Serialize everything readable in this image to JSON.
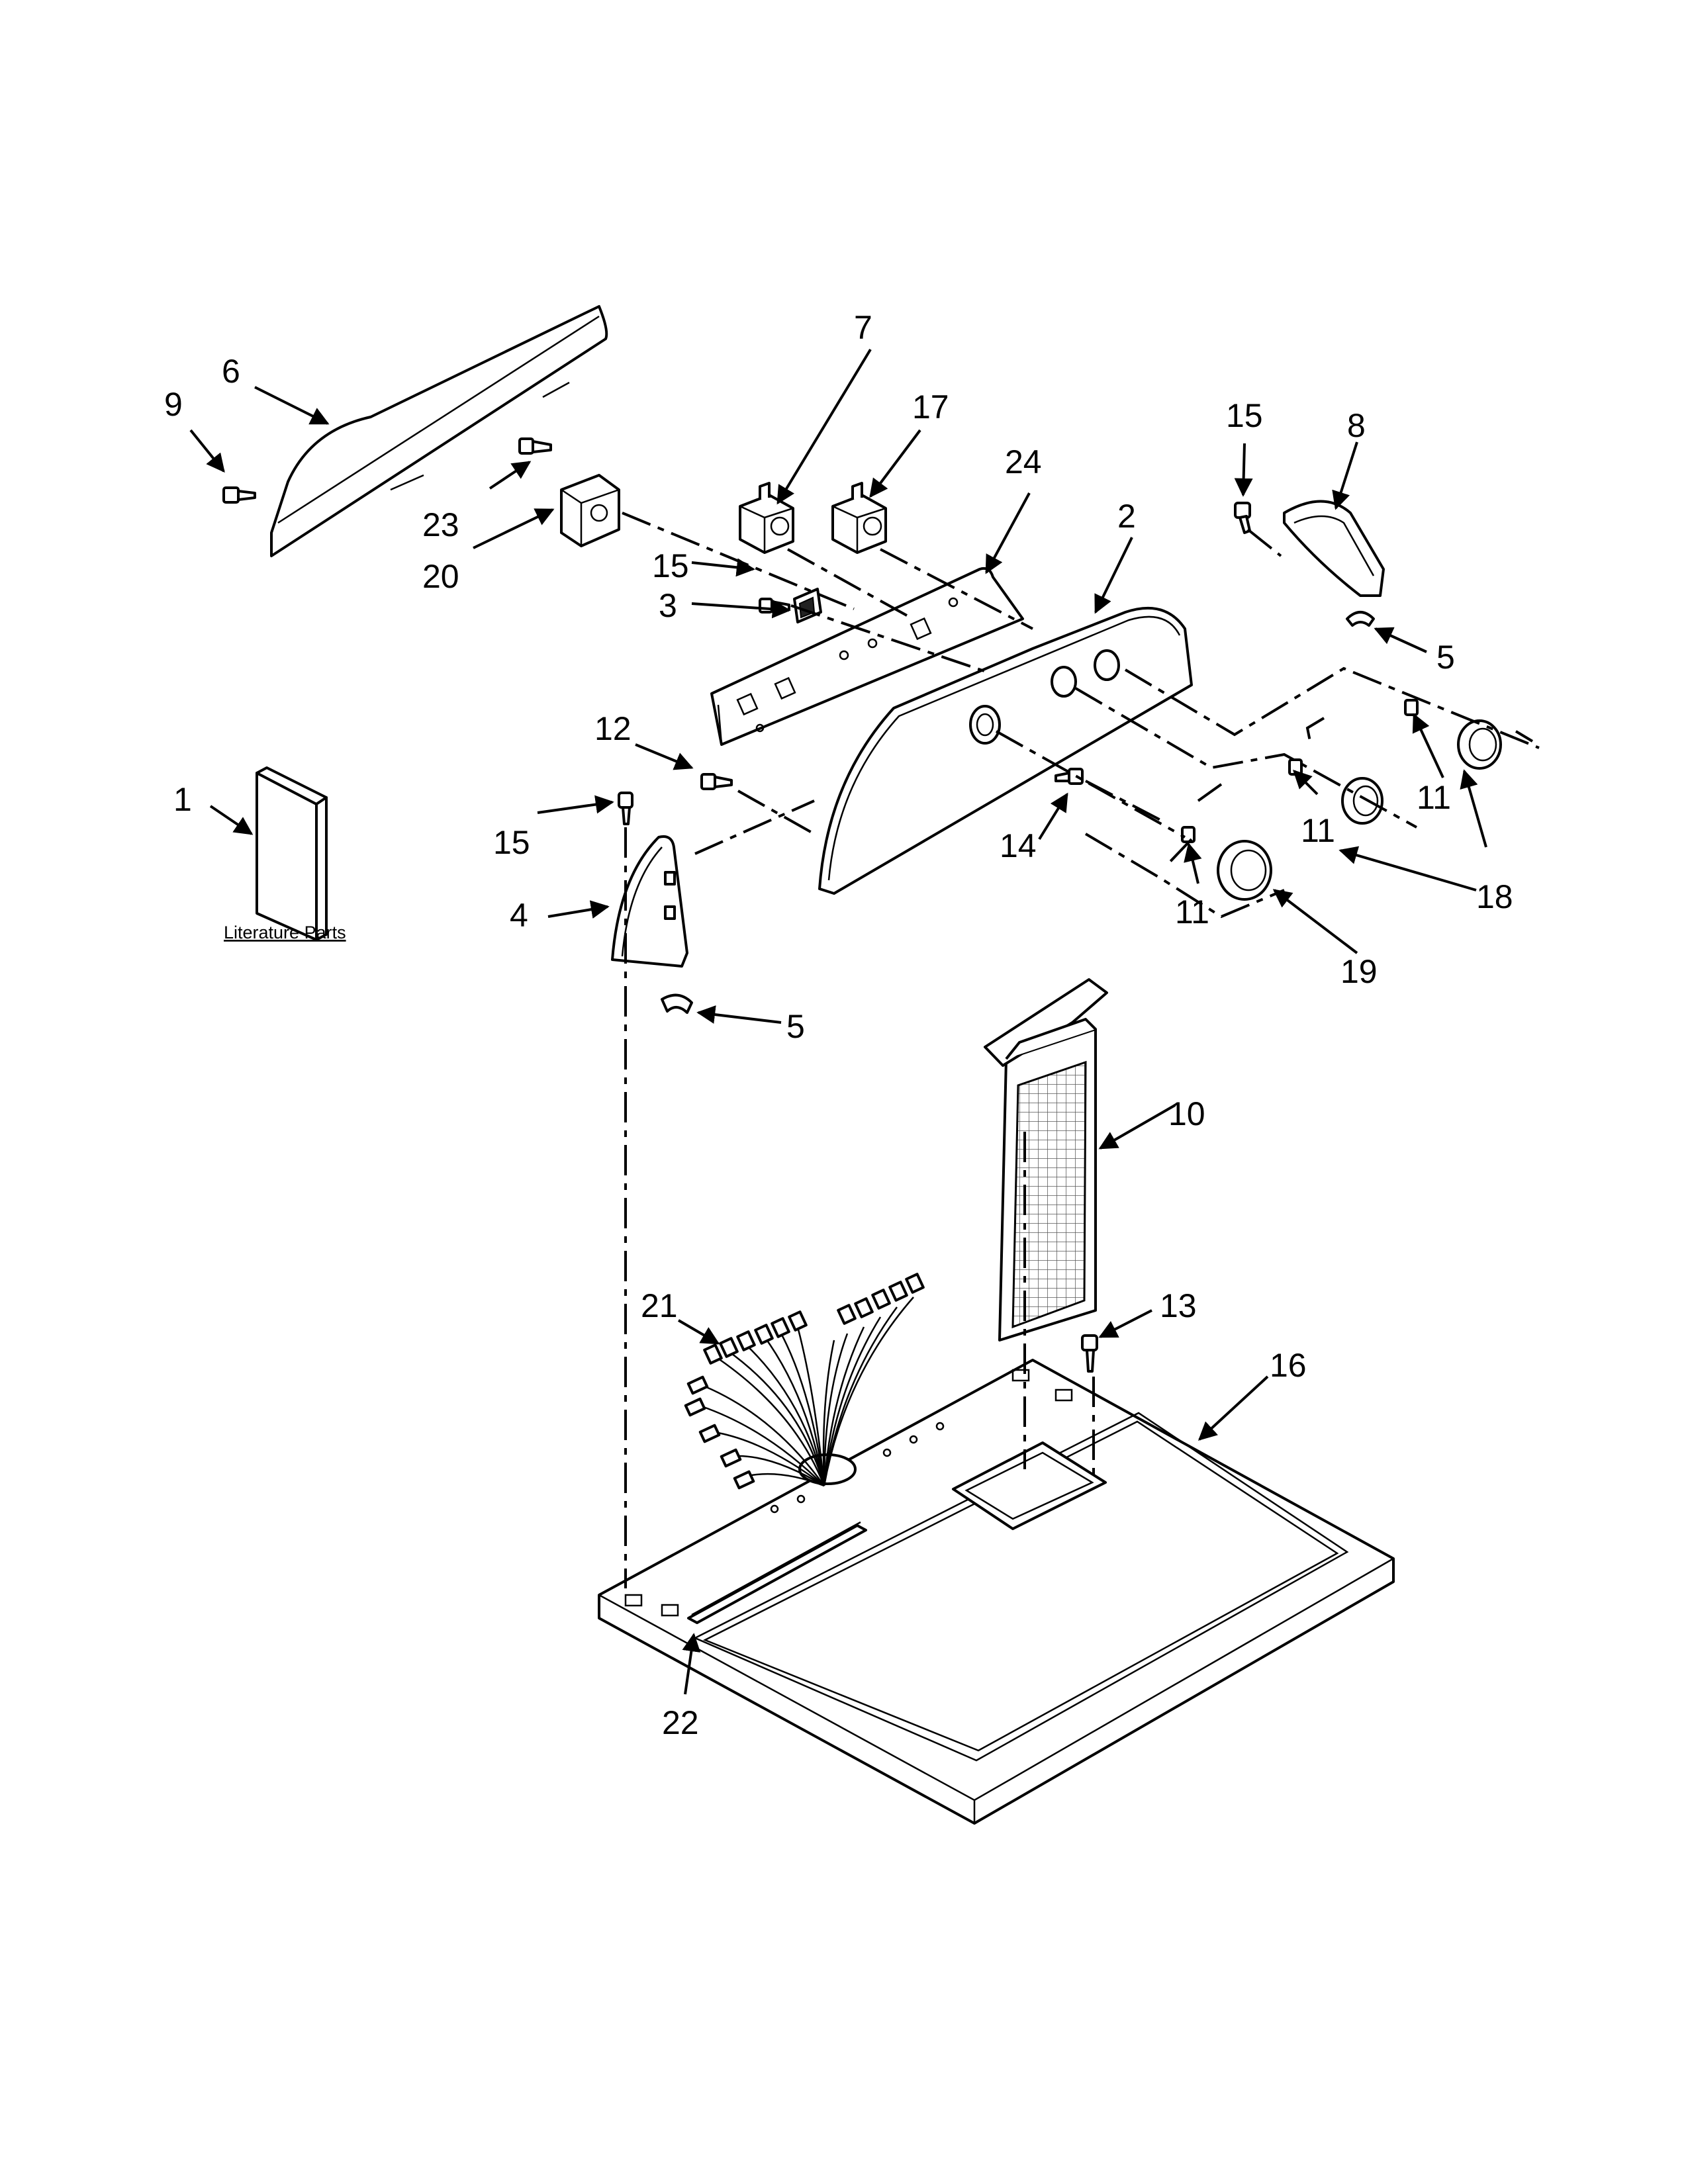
{
  "callouts": {
    "c1": "1",
    "c2": "2",
    "c3": "3",
    "c4": "4",
    "c5a": "5",
    "c5b": "5",
    "c6": "6",
    "c7": "7",
    "c8": "8",
    "c9": "9",
    "c10": "10",
    "c11a": "11",
    "c11b": "11",
    "c11c": "11",
    "c12": "12",
    "c13": "13",
    "c14": "14",
    "c15a": "15",
    "c15b": "15",
    "c15c": "15",
    "c16": "16",
    "c17": "17",
    "c18": "18",
    "c19": "19",
    "c20": "20",
    "c21": "21",
    "c22": "22",
    "c23": "23",
    "c24": "24"
  },
  "literature_label": "Literature Parts"
}
